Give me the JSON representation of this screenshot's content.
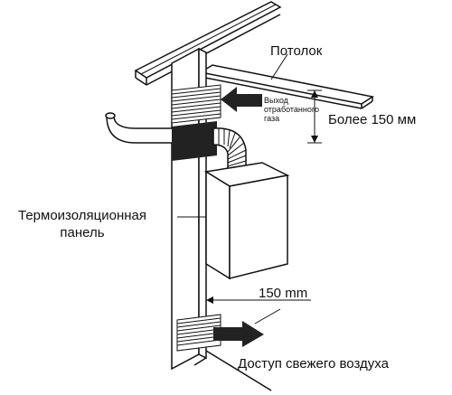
{
  "labels": {
    "ceiling": "Потолок",
    "exhaust_line1": "Выход",
    "exhaust_line2": "отработанного",
    "exhaust_line3": "газа",
    "clearance_top": "Более 150 мм",
    "panel_line1": "Термоизоляционная",
    "panel_line2": "панель",
    "clearance_side": "150 mm",
    "fresh_air": "Доступ свежего воздуха"
  },
  "colors": {
    "stroke": "#111111",
    "fill_dark": "#222222",
    "fill_white": "#ffffff"
  }
}
